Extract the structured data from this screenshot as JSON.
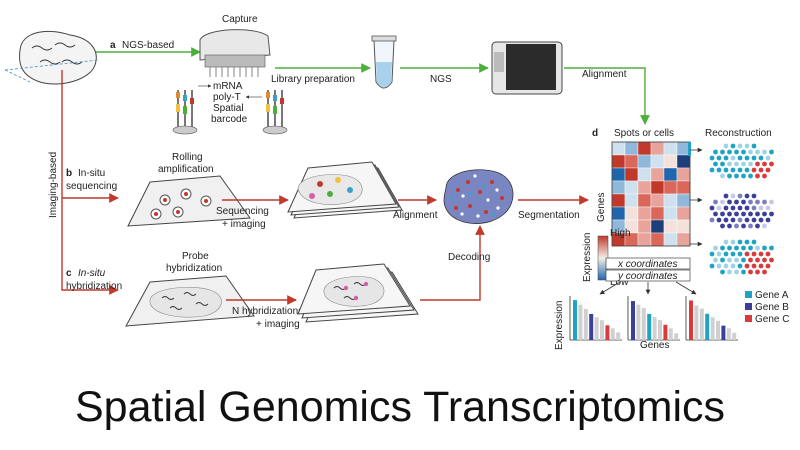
{
  "labels": {
    "capture": "Capture",
    "panel_a_letter": "a",
    "panel_a_name": "NGS-based",
    "library_prep": "Library preparation",
    "ngs": "NGS",
    "alignment_top": "Alignment",
    "mrna": "mRNA",
    "polyt": "poly-T",
    "spatial": "Spatial",
    "barcode": "barcode",
    "imaging_based": "Imaging-based",
    "panel_b_letter": "b",
    "panel_b_line1": "In-situ",
    "panel_b_line2": "sequencing",
    "rolling1": "Rolling",
    "rolling2": "amplification",
    "seq_imaging1": "Sequencing",
    "seq_imaging2": "+ imaging",
    "alignment_mid": "Alignment",
    "segmentation": "Segmentation",
    "decoding": "Decoding",
    "panel_c_letter": "c",
    "panel_c_line1": "In-situ",
    "panel_c_line2": "hybridization",
    "probe1": "Probe",
    "probe2": "hybridization",
    "nhyb1": "N hybridizations",
    "nhyb2": "+ imaging",
    "panel_d_letter": "d",
    "spots": "Spots or cells",
    "genes_vertical": "Genes",
    "reconstruction": "Reconstruction",
    "high": "High",
    "low": "Low",
    "expression_scale": "Expression",
    "x_coords": "x coordinates",
    "y_coords": "y coordinates",
    "expression_bar": "Expression",
    "genes_bottom": "Genes",
    "gene_a": "Gene A",
    "gene_b": "Gene B",
    "gene_c": "Gene C"
  },
  "heading": "Spatial Genomics Transcriptomics",
  "colors": {
    "green_arrow": "#4caf3a",
    "red_arrow": "#c0392b",
    "gene_a": "#1fa3c4",
    "gene_b": "#3b3f9a",
    "gene_c": "#d93a3a"
  }
}
